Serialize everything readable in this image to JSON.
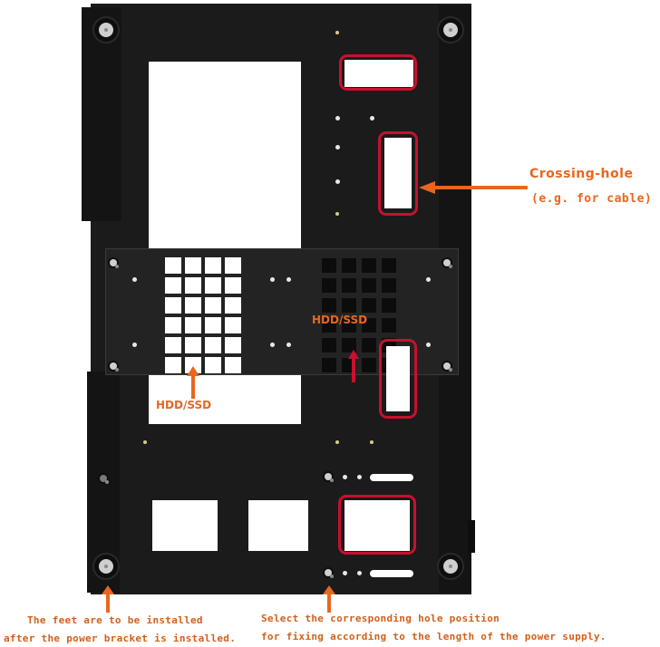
{
  "labels": {
    "crossing_hole": "Crossing-hole",
    "crossing_hole_example": "(e.g. for cable)",
    "hdd_ssd_right": "HDD/SSD",
    "hdd_ssd_left": "HDD/SSD"
  },
  "captions": {
    "feet_line1": "The feet are to be installed",
    "feet_line2": "after the power bracket is installed.",
    "psu_line1": "Select the corresponding hole position",
    "psu_line2": "for fixing according to the length of the power supply."
  },
  "colors": {
    "accent": "#e8661f",
    "highlight": "#c8102e",
    "panel": "#1b1b1b"
  }
}
